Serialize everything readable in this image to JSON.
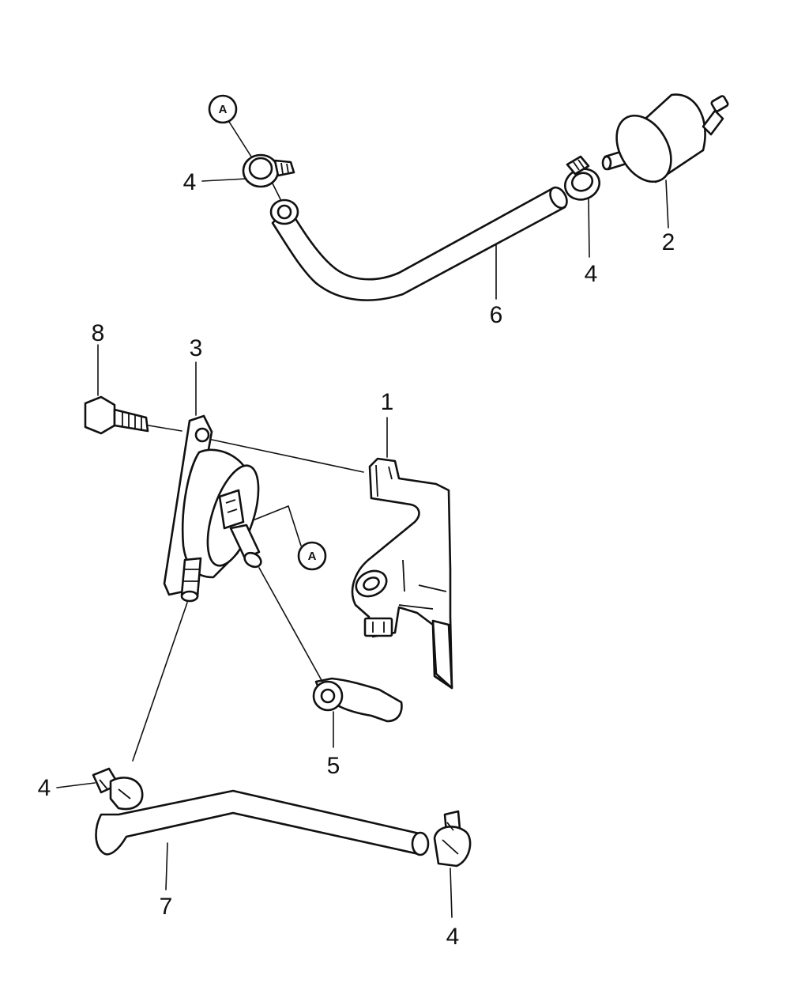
{
  "callouts": {
    "c1": "1",
    "c2": "2",
    "c3": "3",
    "c4a": "4",
    "c4b": "4",
    "c4c": "4",
    "c4d": "4",
    "c5": "5",
    "c6": "6",
    "c7": "7",
    "c8": "8"
  },
  "references": {
    "top": "A",
    "pump": "A"
  }
}
